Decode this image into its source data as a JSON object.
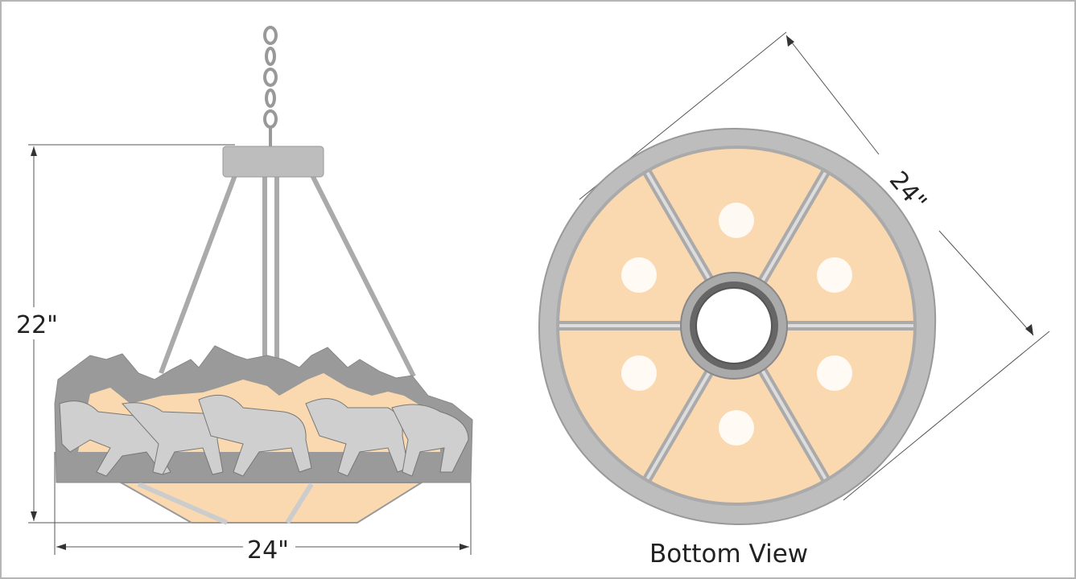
{
  "side_view": {
    "height_label": "22\"",
    "width_label": "24\""
  },
  "bottom_view": {
    "diameter_label": "24\"",
    "caption": "Bottom View"
  },
  "colors": {
    "metal": "#9a9a9a",
    "light_metal": "#cfcfcf",
    "shade": "#fbd9b0",
    "line": "#555555"
  }
}
